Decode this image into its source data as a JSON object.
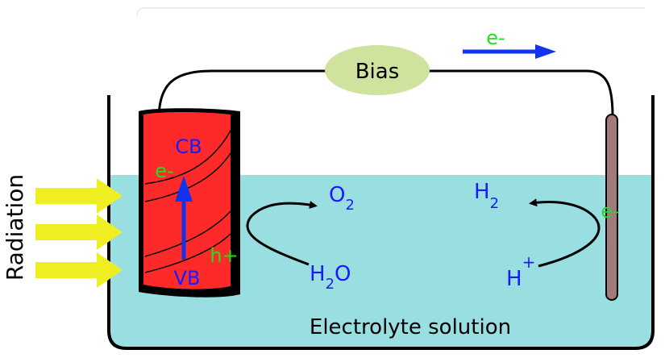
{
  "labels": {
    "bias": "Bias",
    "electron_top": "e-",
    "cb": "CB",
    "vb": "VB",
    "electron_anode": "e-",
    "hole": "h+",
    "electron_cathode": "e-",
    "o2_main": "O",
    "o2_sub": "2",
    "h2o_h": "H",
    "h2o_sub": "2",
    "h2o_o": "O",
    "h2_main": "H",
    "h2_sub": "2",
    "hplus_main": "H",
    "hplus_sup": "+",
    "radiation": "Radiation",
    "electrolyte": "Electrolyte solution"
  },
  "colors": {
    "electrolyte": "#99dfe1",
    "anode": "#fe2a2a",
    "bias_fill": "#cfe29e",
    "cathode": "#a37a7a",
    "label_blue": "#1a1aff",
    "label_green": "#22dd22",
    "radiation_arrow": "#eeee22",
    "arrow_blue": "#1133ee",
    "outline": "#000000"
  }
}
